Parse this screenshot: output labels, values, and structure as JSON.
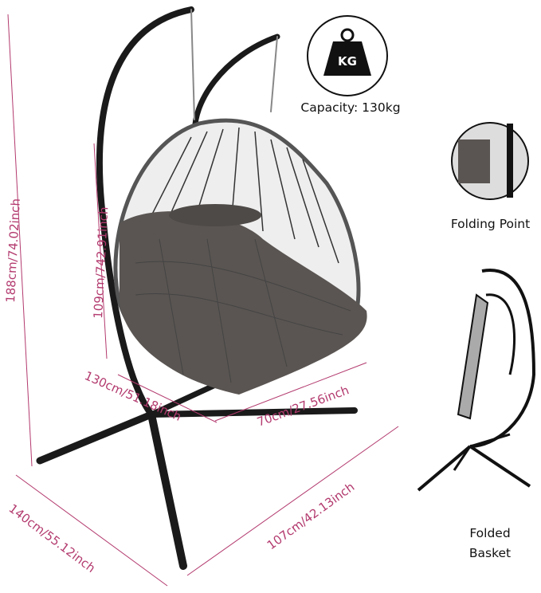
{
  "capacity": {
    "icon_text": "KG",
    "label": "Capacity: 130kg"
  },
  "folding_point": {
    "label": "Folding Point"
  },
  "folded_basket": {
    "line1": "Folded",
    "line2": "Basket"
  },
  "dimensions": {
    "total_height": "188cm/74.02inch",
    "basket_height": "109cm/742.91inch",
    "basket_width": "130cm/51.18inch",
    "basket_depth": "70cm/27.56inch",
    "base_width": "140cm/55.12inch",
    "base_depth": "107cm/42.13inch"
  },
  "colors": {
    "dimension": "#b33a6e",
    "frame": "#1a1a1a",
    "cushion": "#5a5552"
  }
}
